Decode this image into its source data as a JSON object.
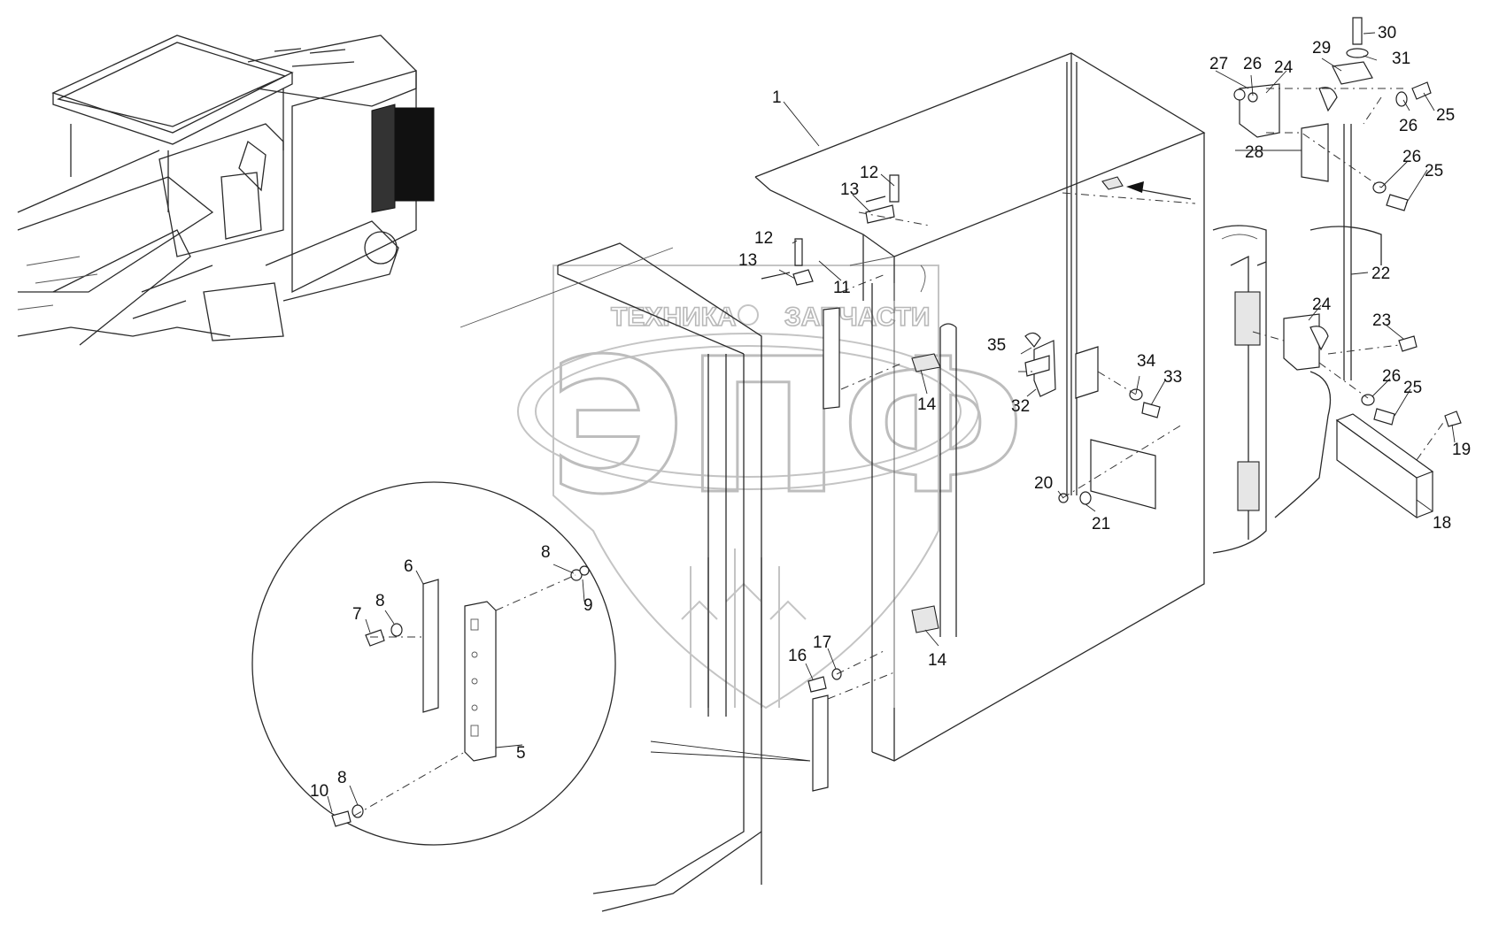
{
  "watermark": {
    "company_top": "ТЕХНИКА",
    "company_right": "ЗАПЧАСТИ",
    "logo_letters": "ЭПФ"
  },
  "callouts": [
    {
      "id": "c1",
      "text": "1"
    },
    {
      "id": "c5",
      "text": "5"
    },
    {
      "id": "c6",
      "text": "6"
    },
    {
      "id": "c7",
      "text": "7"
    },
    {
      "id": "c8a",
      "text": "8"
    },
    {
      "id": "c8b",
      "text": "8"
    },
    {
      "id": "c8c",
      "text": "8"
    },
    {
      "id": "c9",
      "text": "9"
    },
    {
      "id": "c10",
      "text": "10"
    },
    {
      "id": "c11",
      "text": "11"
    },
    {
      "id": "c12a",
      "text": "12"
    },
    {
      "id": "c12b",
      "text": "12"
    },
    {
      "id": "c13a",
      "text": "13"
    },
    {
      "id": "c13b",
      "text": "13"
    },
    {
      "id": "c14a",
      "text": "14"
    },
    {
      "id": "c14b",
      "text": "14"
    },
    {
      "id": "c16",
      "text": "16"
    },
    {
      "id": "c17",
      "text": "17"
    },
    {
      "id": "c18",
      "text": "18"
    },
    {
      "id": "c19",
      "text": "19"
    },
    {
      "id": "c20",
      "text": "20"
    },
    {
      "id": "c21",
      "text": "21"
    },
    {
      "id": "c22",
      "text": "22"
    },
    {
      "id": "c23",
      "text": "23"
    },
    {
      "id": "c24a",
      "text": "24"
    },
    {
      "id": "c24b",
      "text": "24"
    },
    {
      "id": "c25a",
      "text": "25"
    },
    {
      "id": "c25b",
      "text": "25"
    },
    {
      "id": "c25c",
      "text": "25"
    },
    {
      "id": "c26a",
      "text": "26"
    },
    {
      "id": "c26b",
      "text": "26"
    },
    {
      "id": "c26c",
      "text": "26"
    },
    {
      "id": "c26d",
      "text": "26"
    },
    {
      "id": "c27",
      "text": "27"
    },
    {
      "id": "c28",
      "text": "28"
    },
    {
      "id": "c29",
      "text": "29"
    },
    {
      "id": "c30",
      "text": "30"
    },
    {
      "id": "c31",
      "text": "31"
    },
    {
      "id": "c32",
      "text": "32"
    },
    {
      "id": "c33",
      "text": "33"
    },
    {
      "id": "c34",
      "text": "34"
    },
    {
      "id": "c35",
      "text": "35"
    }
  ]
}
